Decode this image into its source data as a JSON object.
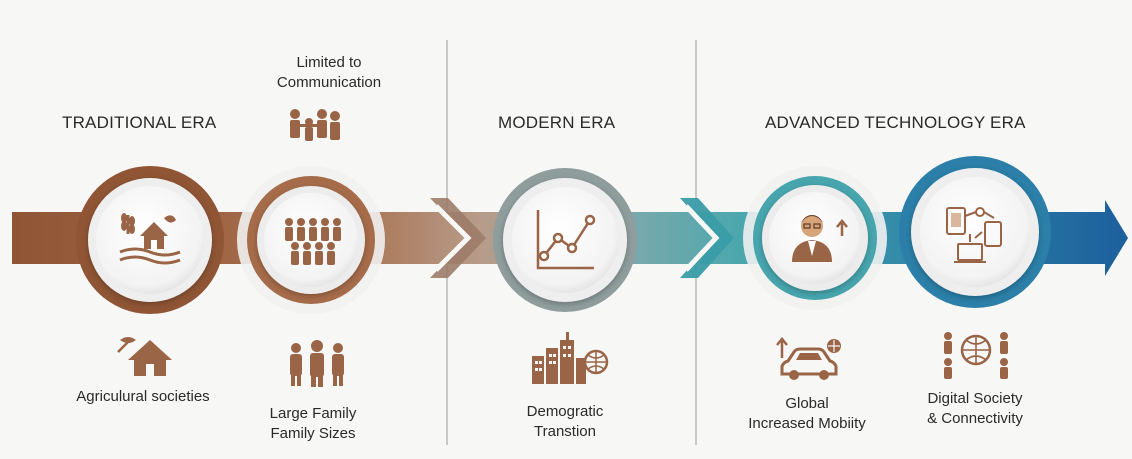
{
  "eras": {
    "traditional": {
      "title": "TRADITIONAL ERA"
    },
    "modern": {
      "title": "MODERN ERA"
    },
    "advanced": {
      "title": "ADVANCED TECHNOLOGY ERA"
    }
  },
  "captions": {
    "communication": {
      "line1": "Limited to",
      "line2": "Communication"
    },
    "agricultural": {
      "line1": "Agriculural societies"
    },
    "family": {
      "line1": "Large Family",
      "line2": "Family Sizes"
    },
    "demographic": {
      "line1": "Demogratic",
      "line2": "Transtion"
    },
    "mobility": {
      "line1": "Global",
      "line2": "Increased Mobiity"
    },
    "digital": {
      "line1": "Digital Society",
      "line2": "& Connectivity"
    }
  },
  "milestones": [
    {
      "icon": "farm-house-icon"
    },
    {
      "icon": "crowd-icon"
    },
    {
      "icon": "growth-chart-icon"
    },
    {
      "icon": "professional-person-icon"
    },
    {
      "icon": "connected-devices-icon"
    }
  ],
  "colors": {
    "brown": "#9a5f3d",
    "tan": "#c19a7c",
    "teal": "#3e9aa6",
    "blue": "#1f6fa3",
    "icon_brown": "#9a6446"
  }
}
